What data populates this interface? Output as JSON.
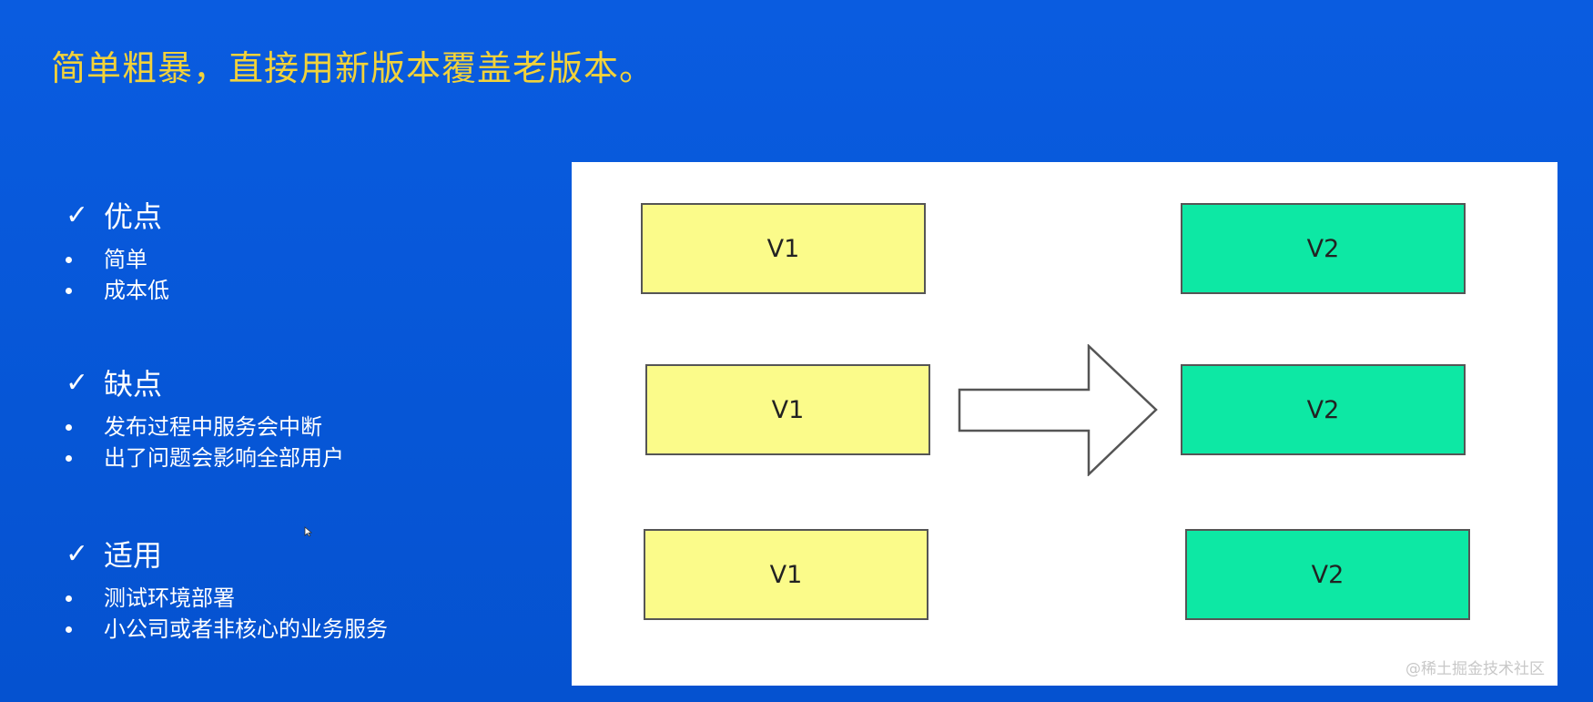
{
  "title": "简单粗暴，直接用新版本覆盖老版本。",
  "sections": [
    {
      "icon": "check-icon",
      "heading": "优点",
      "items": [
        "简单",
        "成本低"
      ]
    },
    {
      "icon": "check-icon",
      "heading": "缺点",
      "items": [
        "发布过程中服务会中断",
        "出了问题会影响全部用户"
      ]
    },
    {
      "icon": "check-icon",
      "heading": "适用",
      "items": [
        "测试环境部署",
        "小公司或者非核心的业务服务"
      ]
    }
  ],
  "diagram": {
    "old_versions": [
      "V1",
      "V1",
      "V1"
    ],
    "new_versions": [
      "V2",
      "V2",
      "V2"
    ],
    "old_color": "#fbfb8a",
    "new_color": "#0de8a4",
    "arrow_icon": "right-arrow-icon"
  },
  "watermark": "@稀土掘金技术社区",
  "colors": {
    "background": "#0858d8",
    "title": "#f2d23a",
    "text": "#ffffff"
  }
}
